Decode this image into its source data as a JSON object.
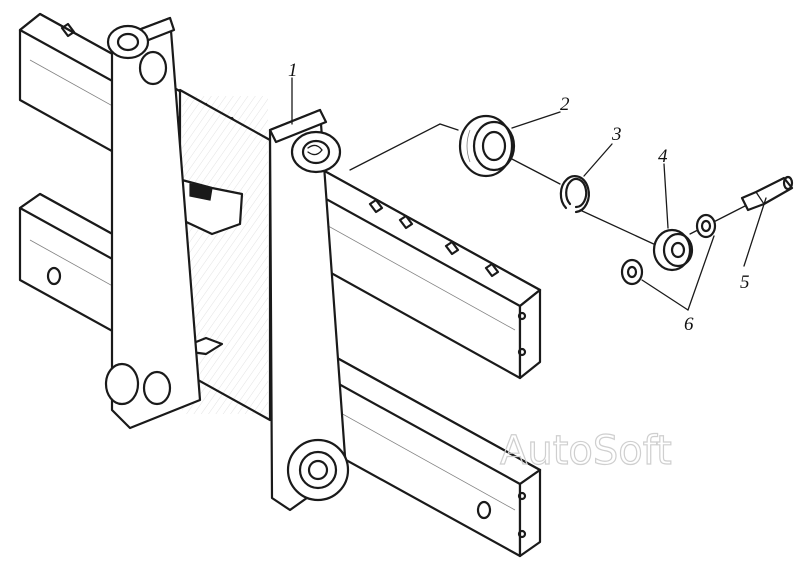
{
  "callouts": [
    {
      "id": "1",
      "text": "1"
    },
    {
      "id": "2",
      "text": "2"
    },
    {
      "id": "3",
      "text": "3"
    },
    {
      "id": "4",
      "text": "4"
    },
    {
      "id": "5",
      "text": "5"
    },
    {
      "id": "6",
      "text": "6"
    }
  ],
  "watermark": "AutoSoft",
  "colors": {
    "ink": "#1a1a1a",
    "background": "#ffffff",
    "watermark": "#cfcfcf"
  }
}
